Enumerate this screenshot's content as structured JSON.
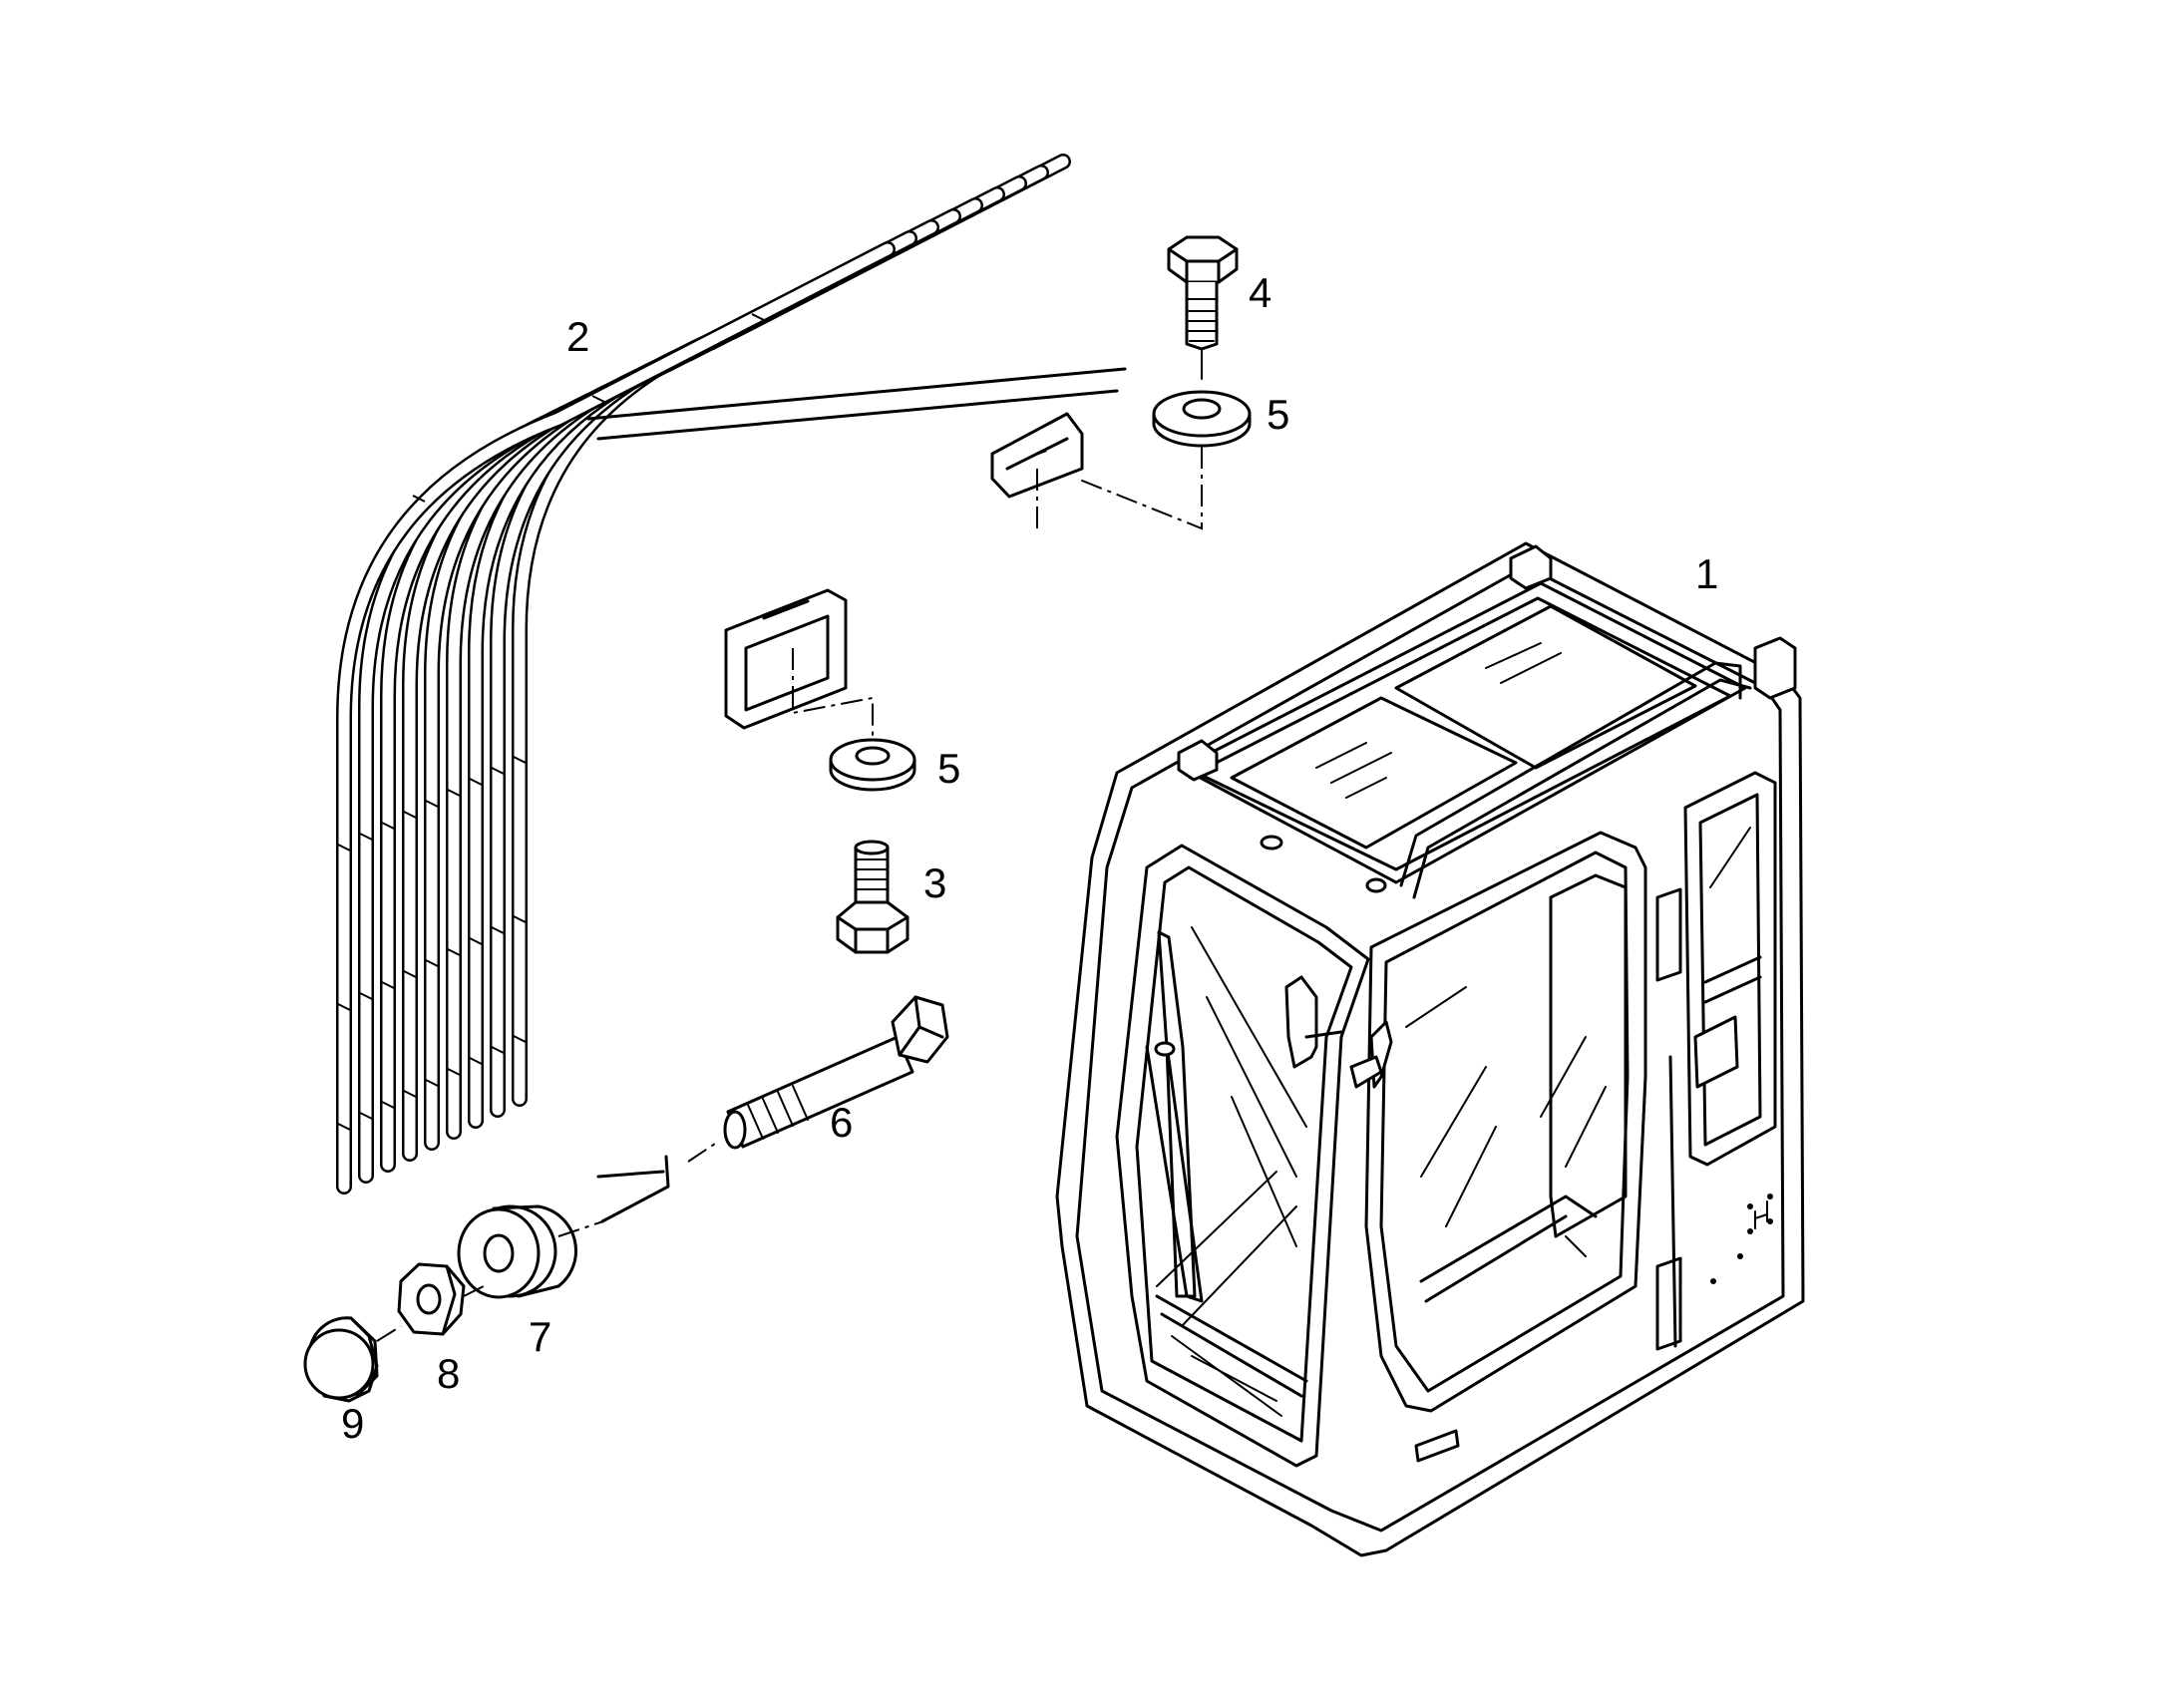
{
  "callouts": {
    "cab": "1",
    "guard": "2",
    "bolt_short": "3",
    "bolt_top": "4",
    "washer_top": "5",
    "washer_mid": "5",
    "bolt_long": "6",
    "spacer": "7",
    "nut": "8",
    "cap_nut": "9"
  },
  "colors": {
    "line": "#000000",
    "background": "#ffffff"
  }
}
